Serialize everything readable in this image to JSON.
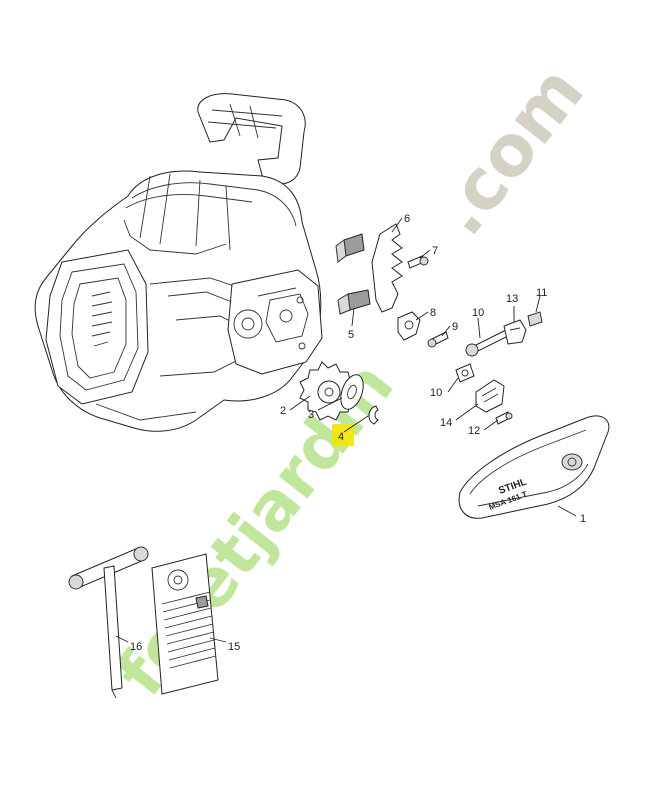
{
  "watermark": {
    "text_a": "foretjardin",
    "text_b": ".com"
  },
  "product": {
    "brand": "STIHL",
    "model": "MSA 161 T"
  },
  "highlighted_part": "4",
  "callouts": [
    {
      "id": "c1",
      "label": "1"
    },
    {
      "id": "c2",
      "label": "2"
    },
    {
      "id": "c3",
      "label": "3"
    },
    {
      "id": "c4",
      "label": "4"
    },
    {
      "id": "c5",
      "label": "5"
    },
    {
      "id": "c6",
      "label": "6"
    },
    {
      "id": "c7",
      "label": "7"
    },
    {
      "id": "c8",
      "label": "8"
    },
    {
      "id": "c9",
      "label": "9"
    },
    {
      "id": "c10a",
      "label": "10"
    },
    {
      "id": "c10b",
      "label": "10"
    },
    {
      "id": "c11",
      "label": "11"
    },
    {
      "id": "c12",
      "label": "12"
    },
    {
      "id": "c13",
      "label": "13"
    },
    {
      "id": "c14",
      "label": "14"
    },
    {
      "id": "c15",
      "label": "15"
    },
    {
      "id": "c16",
      "label": "16"
    }
  ],
  "colors": {
    "highlight": "#f2e400",
    "watermark_green": "#b5e28a",
    "watermark_orange": "#f4c98a",
    "watermark_grey": "#cfc9bd",
    "line": "#222222"
  }
}
